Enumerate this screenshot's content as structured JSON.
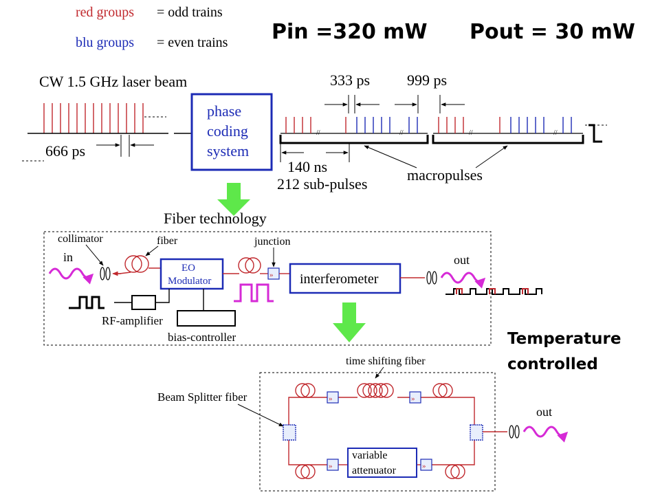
{
  "legend": {
    "red_group": "red groups",
    "red_eq": "= odd trains",
    "blue_group": "blu groups",
    "blue_eq": "= even trains"
  },
  "power": {
    "pin": "Pin =320 mW",
    "pout": "Pout = 30 mW"
  },
  "top": {
    "cw_title": "CW 1.5 GHz laser beam",
    "spacing_666": "666 ps",
    "phase_box": [
      "phase",
      "coding",
      "system"
    ],
    "t333": "333 ps",
    "t999": "999 ps",
    "t140": "140 ns",
    "subpulses": "212 sub-pulses",
    "macropulses": "macropulses"
  },
  "fiber": {
    "title": "Fiber technology",
    "collimator": "collimator",
    "in": "in",
    "fiber": "fiber",
    "eo": [
      "EO",
      "Modulator"
    ],
    "junction": "junction",
    "interferometer": "interferometer",
    "out": "out",
    "rf": "RF-amplifier",
    "bias": "bias-controller"
  },
  "temperature": [
    "Temperature",
    "controlled"
  ],
  "lower": {
    "time_shifting": "time shifting fiber",
    "beam_splitter": "Beam Splitter fiber",
    "variable": [
      "variable",
      "attenuator"
    ],
    "out": "out"
  },
  "colors": {
    "red": "#c0282d",
    "blue": "#1c2bb5",
    "green": "#5ee84a",
    "magenta": "#d62ad6",
    "black": "#000000"
  }
}
